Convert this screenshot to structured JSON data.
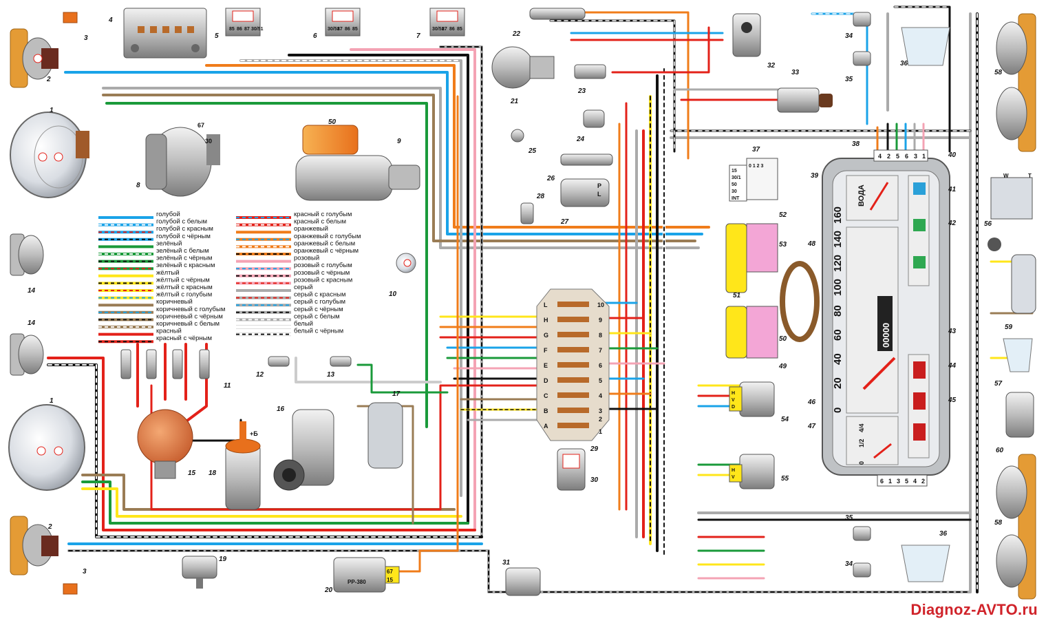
{
  "watermark": "Diagnoz-AVTO.ru",
  "legend": {
    "left": [
      {
        "label": "голубой",
        "base": "#1aa3e8",
        "stripe": ""
      },
      {
        "label": "голубой с белым",
        "base": "#1aa3e8",
        "stripe": "#ffffff"
      },
      {
        "label": "голубой с красным",
        "base": "#1aa3e8",
        "stripe": "#e32119"
      },
      {
        "label": "голубой с чёрным",
        "base": "#1aa3e8",
        "stripe": "#111111"
      },
      {
        "label": "зелёный",
        "base": "#1a9a3a",
        "stripe": ""
      },
      {
        "label": "зелёный с белым",
        "base": "#1a9a3a",
        "stripe": "#ffffff"
      },
      {
        "label": "зелёный с чёрным",
        "base": "#1a9a3a",
        "stripe": "#111111"
      },
      {
        "label": "зелёный с красным",
        "base": "#1a9a3a",
        "stripe": "#e32119"
      },
      {
        "label": "жёлтый",
        "base": "#ffe61a",
        "stripe": ""
      },
      {
        "label": "жёлтый с чёрным",
        "base": "#ffe61a",
        "stripe": "#111111"
      },
      {
        "label": "жёлтый с красным",
        "base": "#ffe61a",
        "stripe": "#e32119"
      },
      {
        "label": "жёлтый с голубым",
        "base": "#ffe61a",
        "stripe": "#1aa3e8"
      },
      {
        "label": "коричневый",
        "base": "#9a7c55",
        "stripe": ""
      },
      {
        "label": "коричневый с голубым",
        "base": "#9a7c55",
        "stripe": "#1aa3e8"
      },
      {
        "label": "коричневый с чёрным",
        "base": "#9a7c55",
        "stripe": "#111111"
      },
      {
        "label": "коричневый с белым",
        "base": "#9a7c55",
        "stripe": "#ffffff"
      },
      {
        "label": "красный",
        "base": "#e32119",
        "stripe": ""
      },
      {
        "label": "красный с чёрным",
        "base": "#e32119",
        "stripe": "#111111"
      }
    ],
    "right": [
      {
        "label": "красный с голубым",
        "base": "#e32119",
        "stripe": "#1aa3e8"
      },
      {
        "label": "красный с белым",
        "base": "#e32119",
        "stripe": "#ffffff"
      },
      {
        "label": "оранжевый",
        "base": "#f07c1a",
        "stripe": ""
      },
      {
        "label": "оранжевый с голубым",
        "base": "#f07c1a",
        "stripe": "#1aa3e8"
      },
      {
        "label": "оранжевый с белым",
        "base": "#f07c1a",
        "stripe": "#ffffff"
      },
      {
        "label": "оранжевый с чёрным",
        "base": "#f07c1a",
        "stripe": "#111111"
      },
      {
        "label": "розовый",
        "base": "#f4a3b4",
        "stripe": ""
      },
      {
        "label": "розовый с голубым",
        "base": "#f4a3b4",
        "stripe": "#1aa3e8"
      },
      {
        "label": "розовый с чёрным",
        "base": "#f4a3b4",
        "stripe": "#111111"
      },
      {
        "label": "розовый с красным",
        "base": "#f4a3b4",
        "stripe": "#e32119"
      },
      {
        "label": "серый",
        "base": "#aaaaaa",
        "stripe": ""
      },
      {
        "label": "серый с красным",
        "base": "#aaaaaa",
        "stripe": "#e32119"
      },
      {
        "label": "серый с голубым",
        "base": "#aaaaaa",
        "stripe": "#1aa3e8"
      },
      {
        "label": "серый с чёрным",
        "base": "#aaaaaa",
        "stripe": "#111111"
      },
      {
        "label": "серый с белым",
        "base": "#aaaaaa",
        "stripe": "#ffffff"
      },
      {
        "label": "белый",
        "base": "#ffffff",
        "stripe": ""
      },
      {
        "label": "белый с чёрным",
        "base": "#ffffff",
        "stripe": "#111111"
      }
    ]
  },
  "components": {
    "n1": "1",
    "n1b": "1",
    "n2": "2",
    "n2b": "2",
    "n3": "3",
    "n3b": "3",
    "n4": "4",
    "n5": "5",
    "n6": "6",
    "n7": "7",
    "n8": "8",
    "n9": "9",
    "n10": "10",
    "n11": "11",
    "n12": "12",
    "n13": "13",
    "n14": "14",
    "n14b": "14",
    "n15": "15",
    "n16": "16",
    "n17": "17",
    "n18": "18",
    "n19": "19",
    "n20": "20",
    "n21": "21",
    "n22": "22",
    "n23": "23",
    "n24": "24",
    "n25": "25",
    "n26": "26",
    "n27": "27",
    "n28": "28",
    "n29": "29",
    "n30": "30",
    "n31": "31",
    "n32": "32",
    "n33": "33",
    "n34": "34",
    "n34b": "34",
    "n35": "35",
    "n35b": "35",
    "n36": "36",
    "n36b": "36",
    "n37": "37",
    "n38": "38",
    "n39": "39",
    "n40": "40",
    "n41": "41",
    "n42": "42",
    "n43": "43",
    "n44": "44",
    "n45": "45",
    "n46": "46",
    "n47": "47",
    "n48": "48",
    "n49": "49",
    "n50": "50",
    "n50b": "50",
    "n51": "51",
    "n52": "52",
    "n53": "53",
    "n54": "54",
    "n55": "55",
    "n56": "56",
    "n57": "57",
    "n58": "58",
    "n58b": "58",
    "n59": "59",
    "n60": "60"
  },
  "terminals": {
    "gen_67": "67",
    "gen_30": "30",
    "coil_plus": "+Б",
    "relay5": [
      "85",
      "86",
      "87",
      "30/51"
    ],
    "relay6": [
      "30/51",
      "87",
      "86",
      "85"
    ],
    "relay7": [
      "30/51",
      "87",
      "86",
      "85"
    ],
    "ign_switch": [
      "15",
      "30/1",
      "50",
      "30",
      "INT"
    ],
    "ign_header": "0 1 2 3",
    "sender_pl": [
      "P",
      "L"
    ],
    "regulator_label": "РР-380",
    "regulator_pins": [
      "67",
      "15"
    ],
    "cluster_top_pins": [
      "4",
      "2",
      "5",
      "6",
      "3",
      "1"
    ],
    "cluster_bottom_pins": [
      "6",
      "1",
      "3",
      "5",
      "4",
      "2"
    ],
    "switch54_pins": [
      "H",
      "V",
      "D"
    ],
    "switch55_pins": [
      "H",
      "V"
    ],
    "switch56_pins": [
      "W",
      "T"
    ],
    "fuse_left": [
      "L",
      "H",
      "G",
      "F",
      "E",
      "D",
      "C",
      "B",
      "A"
    ],
    "fuse_right": [
      "10",
      "9",
      "8",
      "7",
      "6",
      "5",
      "4",
      "3",
      "2",
      "1"
    ]
  },
  "cluster": {
    "water_label": "ВОДА",
    "speed_ticks": [
      "0",
      "20",
      "40",
      "60",
      "80",
      "100",
      "120",
      "140",
      "160"
    ],
    "odometer": "00000",
    "fuel_marks": [
      "0",
      "1/2",
      "4/4"
    ]
  }
}
